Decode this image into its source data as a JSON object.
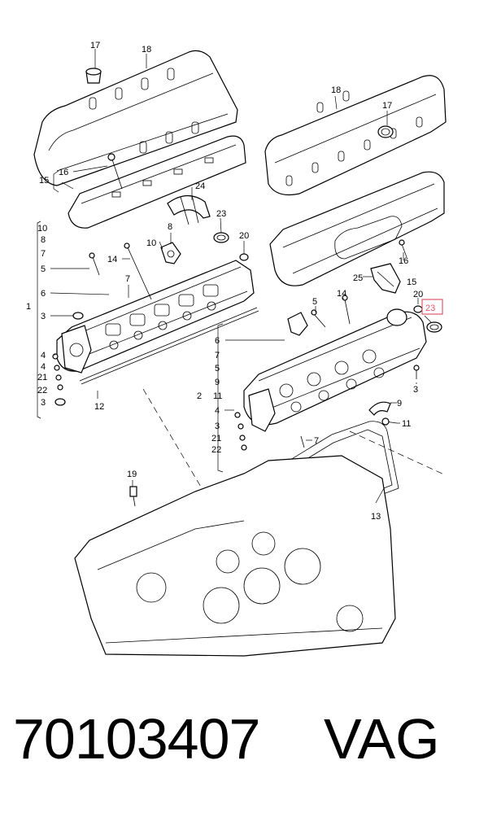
{
  "callouts": {
    "c1": "1",
    "c2": "2",
    "c3a": "3",
    "c3b": "3",
    "c3c": "3",
    "c3d": "3",
    "c4a": "4",
    "c4b": "4",
    "c4c": "4",
    "c5a": "5",
    "c5b": "5",
    "c5c": "5",
    "c6a": "6",
    "c6b": "6",
    "c7a": "7",
    "c7b": "7",
    "c7c": "7",
    "c7d": "7",
    "c8a": "8",
    "c8b": "8",
    "c9a": "9",
    "c9b": "9",
    "c10a": "10",
    "c10b": "10",
    "c11a": "11",
    "c11b": "11",
    "c12": "12",
    "c13": "13",
    "c14a": "14",
    "c14b": "14",
    "c15a": "15",
    "c15b": "15",
    "c16a": "16",
    "c16b": "16",
    "c17a": "17",
    "c17b": "17",
    "c18a": "18",
    "c18b": "18",
    "c19": "19",
    "c20a": "20",
    "c20b": "20",
    "c21a": "21",
    "c21b": "21",
    "c22a": "22",
    "c22b": "22",
    "c23a": "23",
    "c23b": "23",
    "c24": "24",
    "c25": "25"
  },
  "highlight_color": "#e05a6a",
  "footer": {
    "part_number": "70103407",
    "brand": "VAG"
  }
}
